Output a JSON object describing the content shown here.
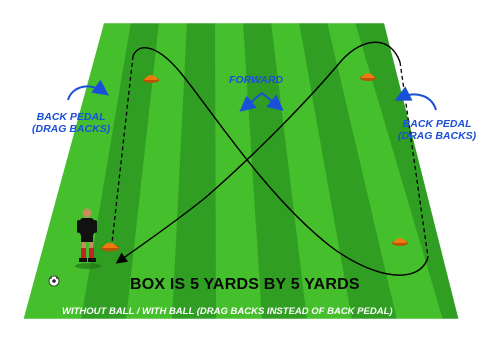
{
  "labels": {
    "forward": "FORWARD",
    "left_back_pedal_line1": "BACK PEDAL",
    "left_back_pedal_line2": "(DRAG BACKS)",
    "right_back_pedal_line1": "BACK PEDAL",
    "right_back_pedal_line2": "(DRAG BACKS)",
    "box_size": "BOX IS 5 YARDS BY 5 YARDS",
    "subtitle": "WITHOUT BALL / WITH BALL (DRAG BACKS INSTEAD OF BACK PEDAL)"
  },
  "colors": {
    "field_dark": "#2f9e22",
    "field_light": "#45bf2c",
    "cone": "#f07a10",
    "label_blue": "#1a4fd8",
    "path": "#000000"
  },
  "icons": [
    "soccer-ball-icon",
    "player-figure",
    "cone-icon"
  ]
}
